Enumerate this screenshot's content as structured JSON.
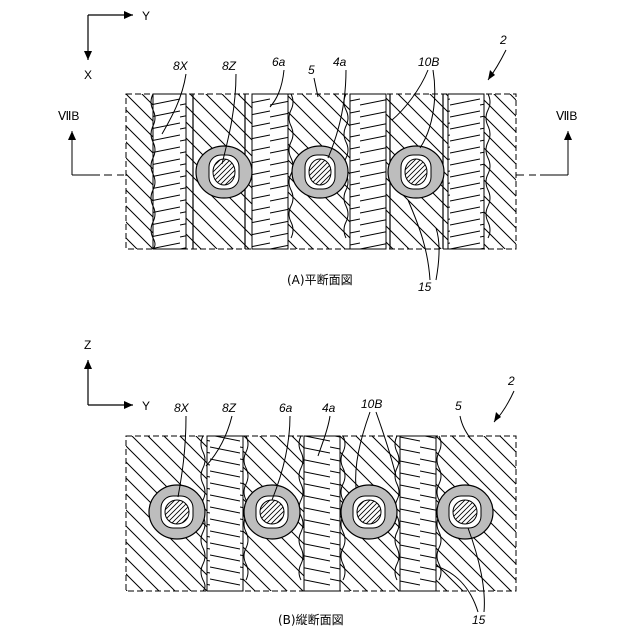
{
  "figure_a": {
    "axis_y": "Y",
    "axis_x": "X",
    "section_left": "ⅦB",
    "section_right": "ⅦB",
    "ref_2": "2",
    "labels": {
      "l8X": "8X",
      "l8Z": "8Z",
      "l6a": "6a",
      "l5": "5",
      "l4a": "4a",
      "l10B": "10B",
      "l15": "15"
    },
    "caption": "(A)平断面図"
  },
  "figure_b": {
    "axis_z": "Z",
    "axis_y": "Y",
    "ref_2": "2",
    "labels": {
      "l8X": "8X",
      "l8Z": "8Z",
      "l6a": "6a",
      "l4a": "4a",
      "l10B": "10B",
      "l5": "5",
      "l15": "15"
    },
    "caption": "(B)縦断面図"
  }
}
